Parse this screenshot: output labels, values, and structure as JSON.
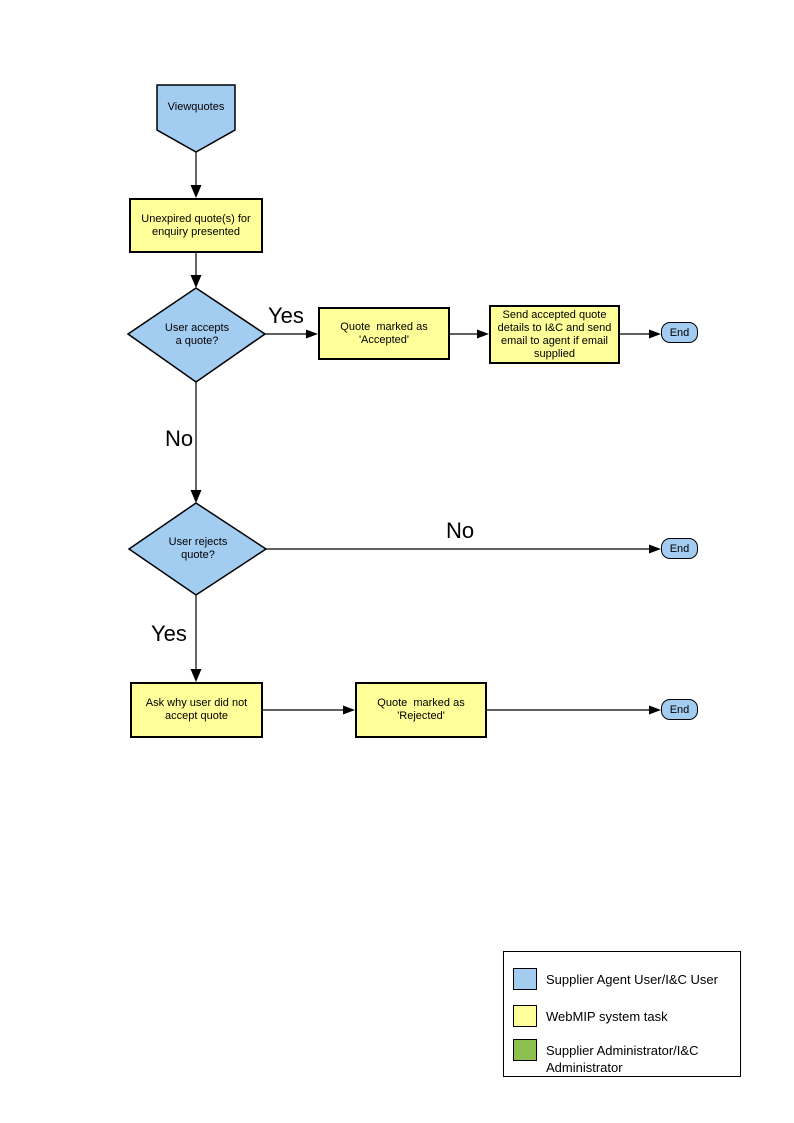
{
  "colors": {
    "user_task_fill": "#A3CCF1",
    "system_task_fill": "#FFFF99",
    "admin_task_fill": "#8DC04F",
    "shape_border": "#000000",
    "connector": "#000000"
  },
  "nodes": {
    "start": {
      "type": "pentagon",
      "label": "Viewquotes"
    },
    "unexpired_quotes": {
      "type": "process",
      "label": "Unexpired quote(s) for\nenquiry presented"
    },
    "user_accepts": {
      "type": "decision",
      "label": "User accepts\na quote?"
    },
    "quote_accepted": {
      "type": "process",
      "label": "Quote  marked as\n'Accepted'"
    },
    "send_details": {
      "type": "process",
      "label": "Send accepted quote\ndetails to I&C and send\nemail to agent if email\nsupplied"
    },
    "user_rejects": {
      "type": "decision",
      "label": "User rejects\nquote?"
    },
    "ask_why": {
      "type": "process",
      "label": "Ask why user did not\naccept quote"
    },
    "quote_rejected": {
      "type": "process",
      "label": "Quote  marked as\n'Rejected'"
    },
    "end_accept": {
      "type": "terminator",
      "label": "End"
    },
    "end_no_reject": {
      "type": "terminator",
      "label": "End"
    },
    "end_reject": {
      "type": "terminator",
      "label": "End"
    }
  },
  "edge_labels": {
    "accept_yes": "Yes",
    "accept_no": "No",
    "reject_no": "No",
    "reject_yes": "Yes"
  },
  "legend": {
    "items": [
      {
        "label": "Supplier Agent User/I&C User",
        "color": "#A3CCF1"
      },
      {
        "label": "WebMIP system task",
        "color": "#FFFF99"
      },
      {
        "label": "Supplier Administrator/I&C Administrator",
        "color": "#8DC04F"
      }
    ]
  }
}
